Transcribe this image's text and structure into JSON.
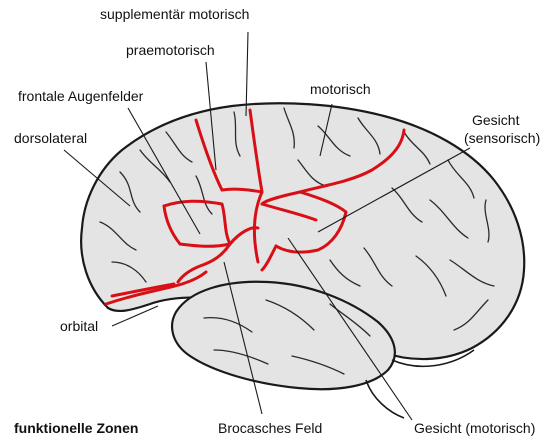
{
  "caption": "funktionelle Zonen",
  "labels": {
    "supplementaer_motorisch": "supplementär motorisch",
    "praemotorisch": "praemotorisch",
    "motorisch": "motorisch",
    "frontale_augenfelder": "frontale Augenfelder",
    "dorsolateral": "dorsolateral",
    "gesicht_sensorisch_line1": "Gesicht",
    "gesicht_sensorisch_line2": "(sensorisch)",
    "orbital": "orbital",
    "brocasches_feld": "Brocasches Feld",
    "gesicht_motorisch": "Gesicht (motorisch)"
  },
  "colors": {
    "brain_fill": "#e4e4e4",
    "brain_outline": "#1a1a1a",
    "sulci": "#2a2a2a",
    "zone_boundaries": "#d90f16",
    "leader_lines": "#1a1a1a"
  }
}
